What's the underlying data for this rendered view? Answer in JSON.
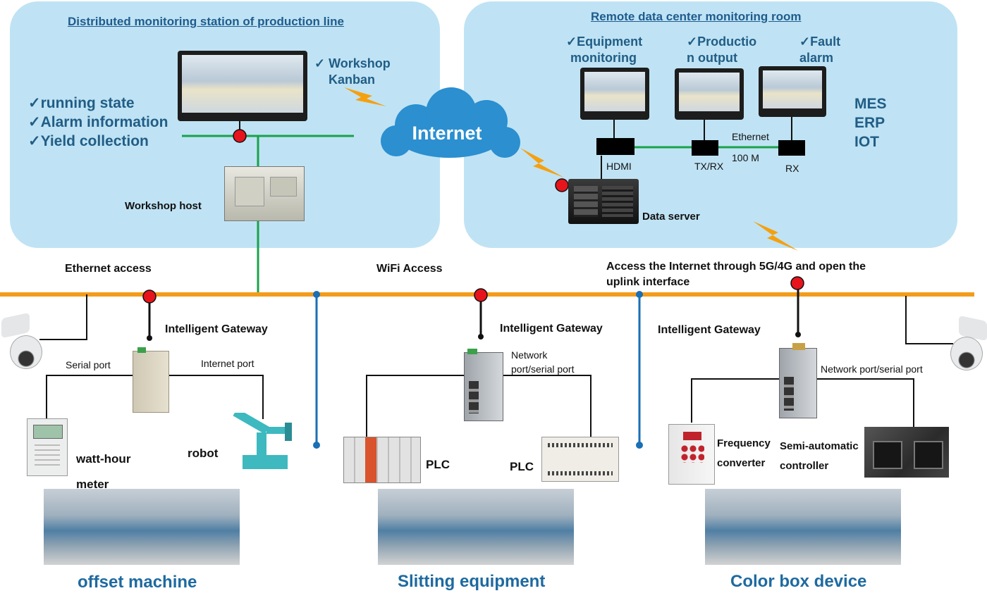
{
  "left_panel": {
    "title": "Distributed monitoring station of production line",
    "checklist": [
      "running state",
      "Alarm information",
      "Yield collection"
    ],
    "kanban_line1": "Workshop",
    "kanban_line2": "Kanban",
    "host_label": "Workshop host"
  },
  "internet_label": "Internet",
  "right_panel": {
    "title": "Remote data center monitoring room",
    "col1_line1": "Equipment",
    "col1_line2": "monitoring",
    "col2_line1": "Productio",
    "col2_line2": "n output",
    "col3_line1": "Fault",
    "col3_line2": "alarm",
    "systems": [
      "MES",
      "ERP",
      "IOT"
    ],
    "hdmi": "HDMI",
    "txrx": "TX/RX",
    "ethernet": "Ethernet",
    "speed": "100 M",
    "rx": "RX",
    "server_label": "Data server"
  },
  "check_mark": "✓",
  "network": {
    "ethernet_access": "Ethernet access",
    "wifi_access": "WiFi Access",
    "cellular_line1": "Access the Internet through 5G/4G and open the",
    "cellular_line2": "uplink interface"
  },
  "gateways": {
    "g1_label": "Intelligent Gateway",
    "g1_serial": "Serial port",
    "g1_internet": "Internet port",
    "g2_label": "Intelligent Gateway",
    "g2_port_line1": "Network",
    "g2_port_line2": "port/serial port",
    "g3_label": "Intelligent Gateway",
    "g3_port": "Network port/serial port"
  },
  "devices": {
    "meter_line1": "watt-hour",
    "meter_line2": "meter",
    "robot": "robot",
    "plc1": "PLC",
    "plc2": "PLC",
    "freq_line1": "Frequency",
    "freq_line2": "converter",
    "semi_line1": "Semi-automatic",
    "semi_line2": "controller"
  },
  "sections": [
    "offset machine",
    "Slitting equipment",
    "Color box device"
  ],
  "colors": {
    "panel": "#bfe3f4",
    "bus": "#f39c1c",
    "green_line": "#19a24a",
    "blue_line": "#1a6fb5",
    "node": "#e8141c",
    "title_blue": "#215d86"
  }
}
